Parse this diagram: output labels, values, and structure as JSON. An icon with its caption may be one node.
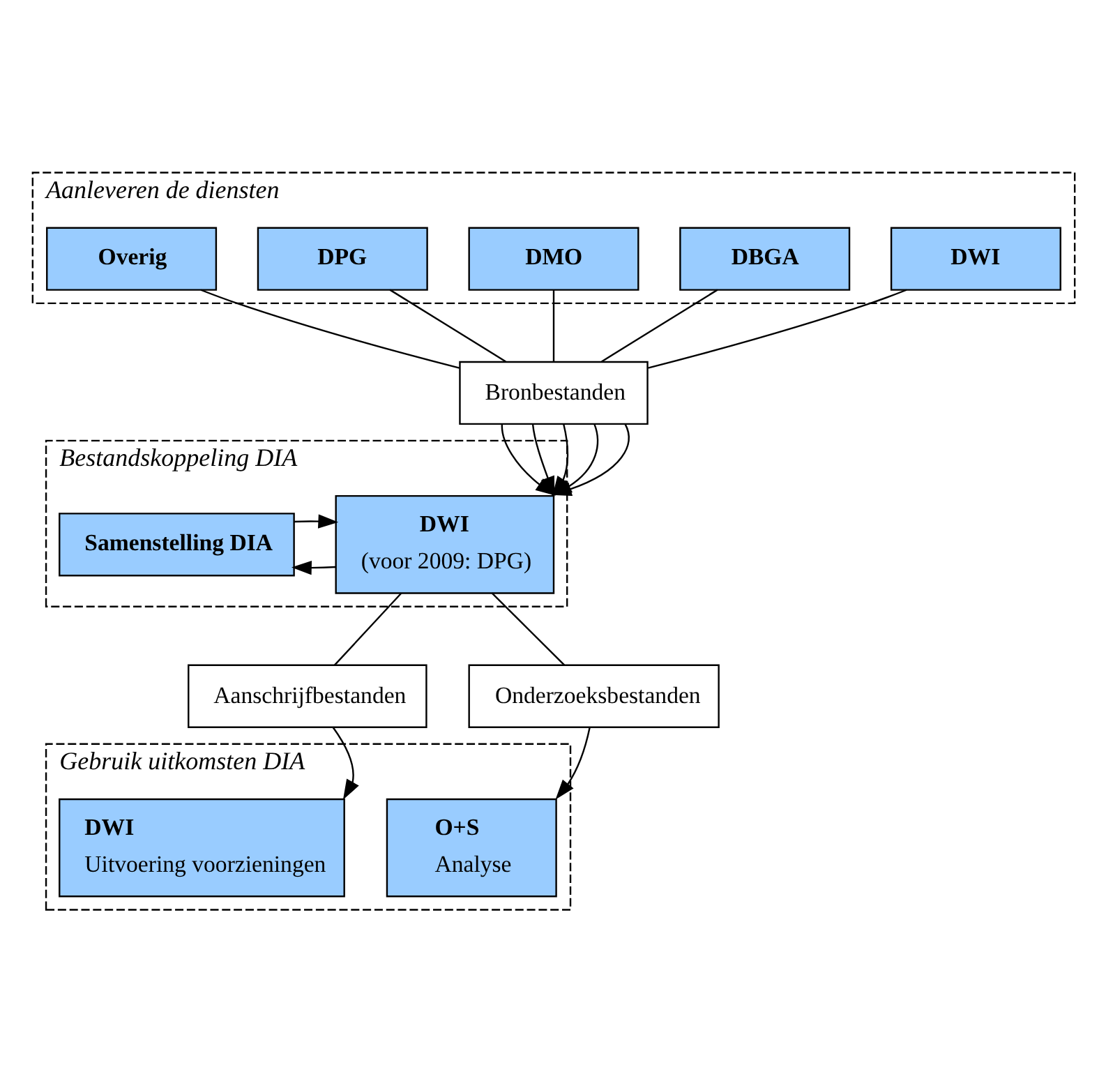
{
  "diagram": {
    "nodes": [
      {
        "text": [
          "Aanleveren de diensten"
        ]
      },
      {
        "text": [
          "DWI"
        ],
        "in": 0
      },
      {
        "text": [
          "DBGA"
        ],
        "in": 0
      },
      {
        "text": [
          "DMO"
        ],
        "in": 0
      },
      {
        "text": [
          "DPG"
        ],
        "in": 0
      },
      {
        "text": [
          "Overig"
        ],
        "in": 0
      },
      {
        "text": [
          "Bronbestanden"
        ]
      },
      {
        "text": [
          "Bestandskoppeling DIA"
        ]
      },
      {
        "text": [
          "Samenstelling DIA"
        ],
        "in": 7
      },
      {
        "text": [
          "DWI",
          "(voor 2009: DPG)"
        ],
        "in": 7
      },
      {
        "text": [
          "Aanschrijfbestanden"
        ]
      },
      {
        "text": [
          "Onderzoeksbestanden"
        ]
      },
      {
        "text": [
          "Gebruik uitkomsten DIA"
        ]
      },
      {
        "text": [
          "DWI",
          "Uitvoering voorzieningen"
        ],
        "in": 12
      },
      {
        "text": [
          "O+S",
          "Analyse"
        ],
        "in": 12
      }
    ],
    "edges": [
      {
        "from": 1,
        "to": 6,
        "arrow": "none"
      },
      {
        "from": 2,
        "to": 6,
        "arrow": "none"
      },
      {
        "from": 3,
        "to": 6,
        "arrow": "none"
      },
      {
        "from": 4,
        "to": 6,
        "arrow": "none"
      },
      {
        "from": 5,
        "to": 6,
        "arrow": "none"
      },
      {
        "from": 6,
        "to": 9,
        "arrow": "to"
      },
      {
        "from": 6,
        "to": 9,
        "arrow": "to"
      },
      {
        "from": 6,
        "to": 9,
        "arrow": "to"
      },
      {
        "from": 6,
        "to": 9,
        "arrow": "to"
      },
      {
        "from": 6,
        "to": 9,
        "arrow": "to"
      },
      {
        "from": 9,
        "to": 8,
        "arrow": "to"
      },
      {
        "from": 8,
        "to": 9,
        "arrow": "to"
      },
      {
        "from": 9,
        "to": 10,
        "arrow": "none"
      },
      {
        "from": 9,
        "to": 11,
        "arrow": "none"
      },
      {
        "from": 10,
        "to": 13,
        "arrow": "to"
      },
      {
        "from": 11,
        "to": 14,
        "arrow": "to"
      }
    ]
  }
}
